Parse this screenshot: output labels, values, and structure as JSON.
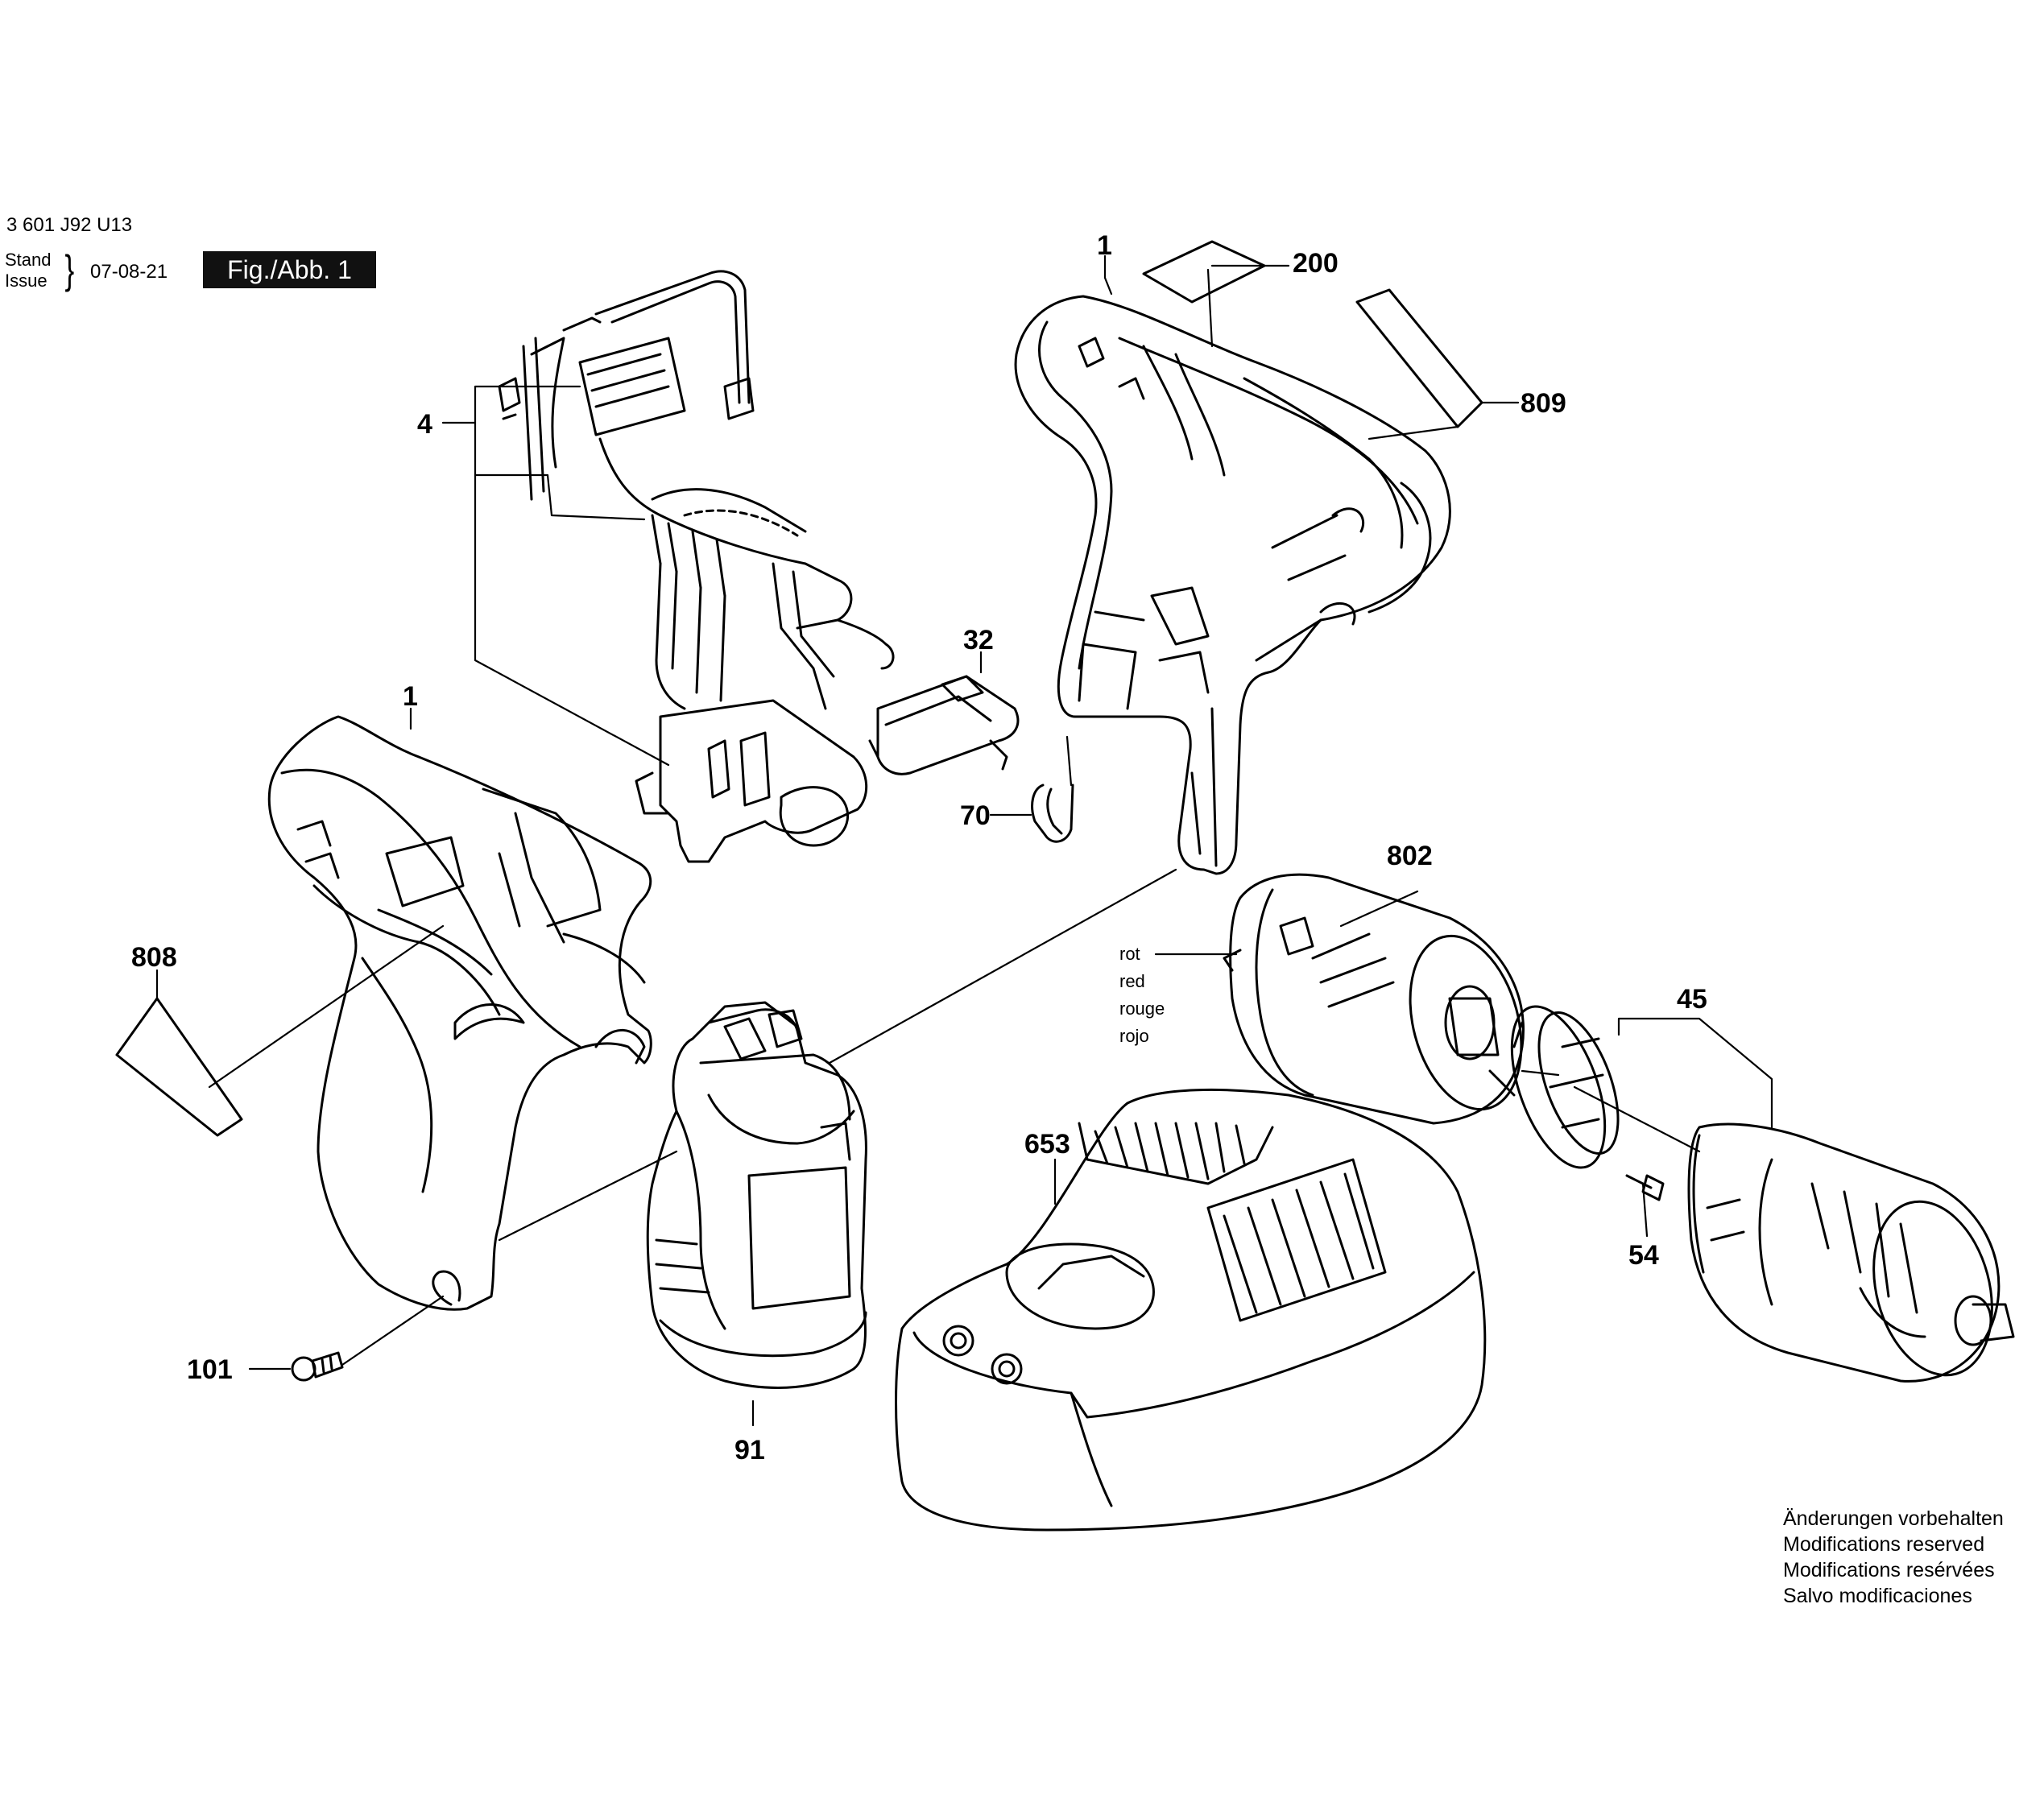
{
  "header": {
    "part_number": "3 601 J92 U13",
    "stand": "Stand",
    "issue": "Issue",
    "brace": "}",
    "date": "07-08-21",
    "figure": "Fig./Abb. 1"
  },
  "callouts": {
    "housing_right": "1",
    "label_200": "200",
    "label_809": "809",
    "switch_4": "4",
    "part_32": "32",
    "clip_70": "70",
    "housing_left": "1",
    "label_808": "808",
    "motor_802": "802",
    "gearbox_45": "45",
    "screw_54": "54",
    "charger_653": "653",
    "battery_91": "91",
    "screw_101": "101"
  },
  "wire_color": [
    "rot",
    "red",
    "rouge",
    "rojo"
  ],
  "notes": [
    "Änderungen vorbehalten",
    "Modifications reserved",
    "Modifications resérvées",
    "Salvo modificaciones"
  ]
}
